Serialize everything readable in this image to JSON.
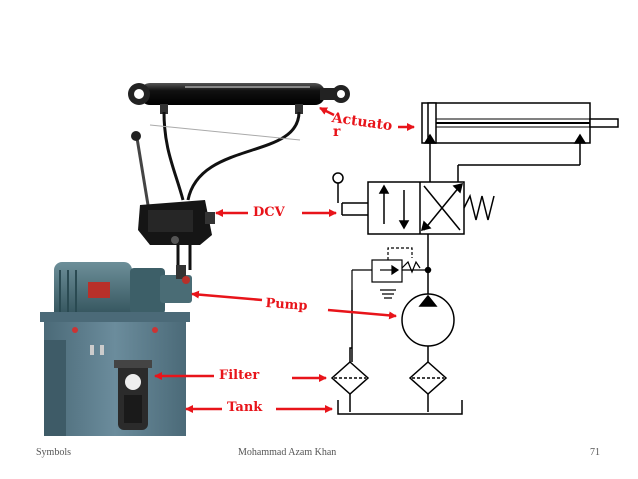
{
  "labels": {
    "actuator_line1": "Actuato",
    "actuator_line2": "r",
    "dcv": "DCV",
    "pump": "Pump",
    "filter": "Filter",
    "tank": "Tank"
  },
  "footer": {
    "left": "Symbols",
    "center": "Mohammad Azam Khan",
    "page": "71"
  },
  "colors": {
    "label": "#e8141a",
    "arrow": "#e8141a",
    "symbol_stroke": "#000000",
    "tank_body": "#5b7c8c",
    "motor": "#3f6470"
  },
  "icons": [
    "hydraulic-cylinder-photo",
    "dcv-valve-photo",
    "electric-motor-photo",
    "hydraulic-tank-photo",
    "filter-canister-photo",
    "double-acting-cylinder-symbol",
    "4-3-valve-symbol",
    "pump-symbol",
    "relief-valve-symbol",
    "filter-symbol",
    "tank-symbol"
  ]
}
